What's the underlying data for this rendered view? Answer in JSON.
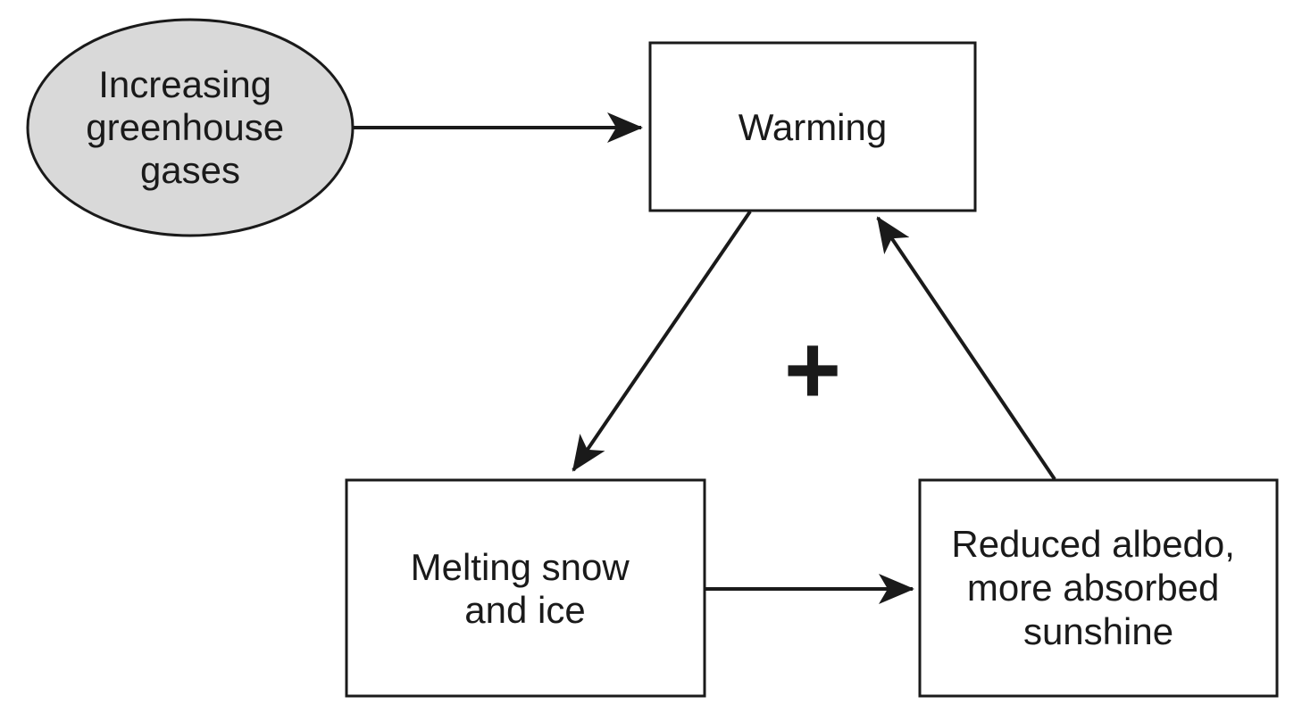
{
  "nodes": {
    "greenhouse": {
      "lines": [
        "Increasing",
        "greenhouse",
        "gases"
      ]
    },
    "warming": {
      "lines": [
        "Warming"
      ]
    },
    "melting": {
      "lines": [
        "Melting snow",
        "and ice"
      ]
    },
    "albedo": {
      "lines": [
        "Reduced albedo,",
        "more absorbed",
        "sunshine"
      ]
    }
  },
  "loop_sign": "+",
  "colors": {
    "stroke": "#1a1a1a",
    "ellipse_fill": "#d9d9d9",
    "box_fill": "#ffffff"
  }
}
